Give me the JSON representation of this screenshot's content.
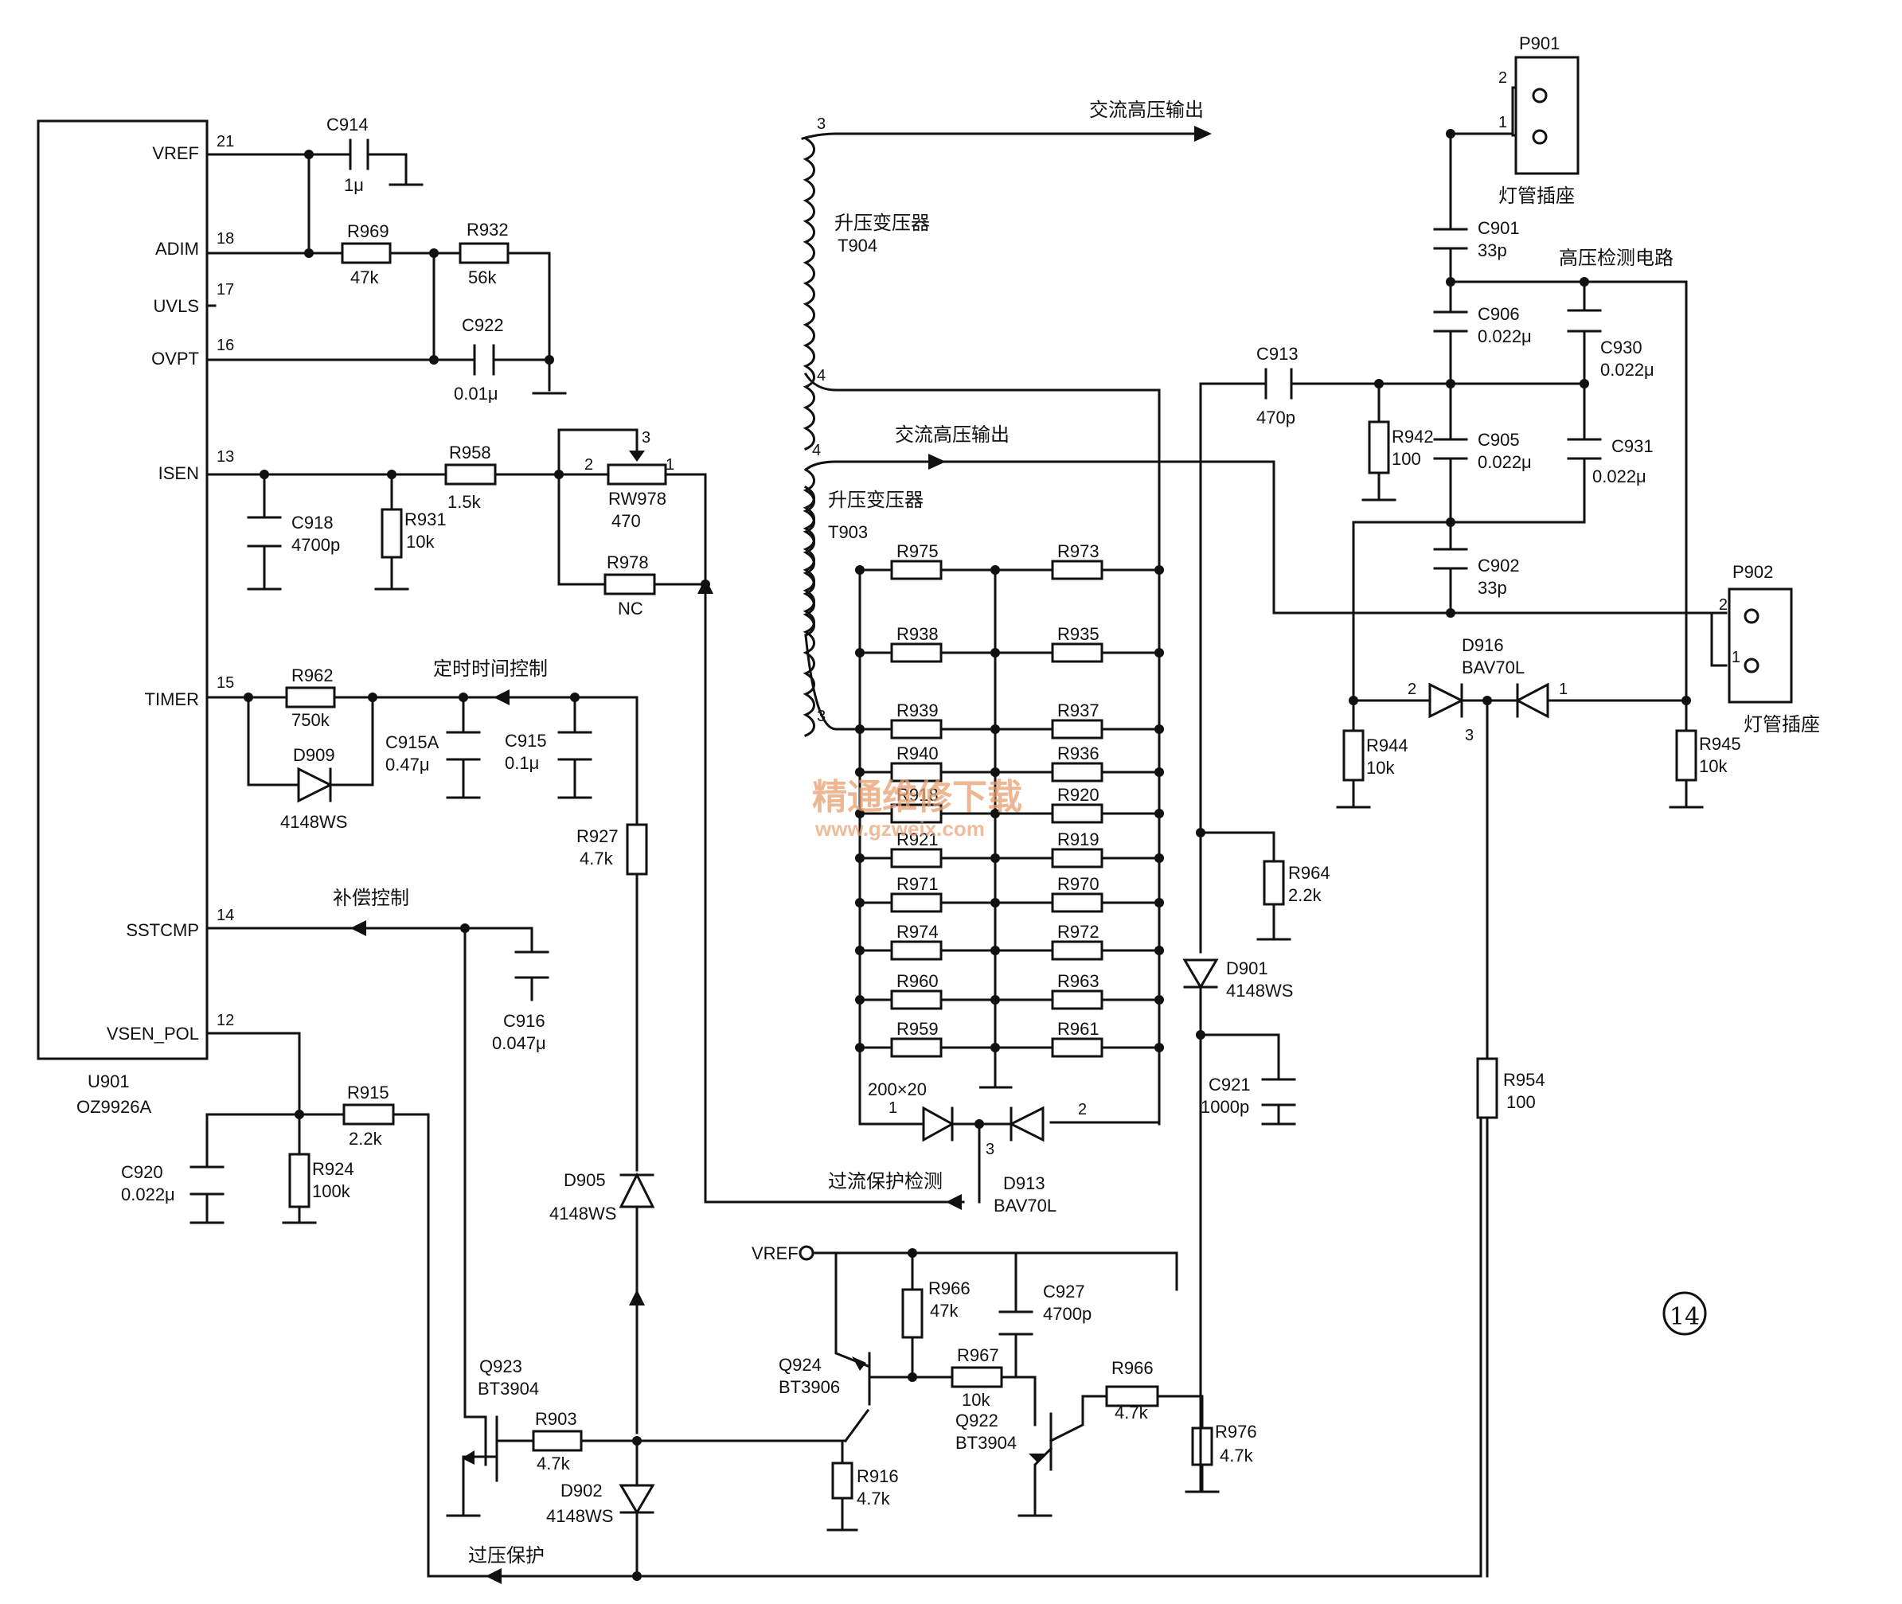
{
  "ic": {
    "ref": "U901",
    "part": "OZ9926A",
    "pins": [
      {
        "name": "VREF",
        "num": "21"
      },
      {
        "name": "ADIM",
        "num": "18"
      },
      {
        "name": "UVLS",
        "num": "17"
      },
      {
        "name": "OVPT",
        "num": "16"
      },
      {
        "name": "ISEN",
        "num": "13"
      },
      {
        "name": "TIMER",
        "num": "15"
      },
      {
        "name": "SSTCMP",
        "num": "14"
      },
      {
        "name": "VSEN_POL",
        "num": "12"
      }
    ]
  },
  "components": [
    {
      "ref": "C914",
      "value": "1μ"
    },
    {
      "ref": "R969",
      "value": "47k"
    },
    {
      "ref": "R932",
      "value": "56k"
    },
    {
      "ref": "C922",
      "value": "0.01μ"
    },
    {
      "ref": "R958",
      "value": "1.5k"
    },
    {
      "ref": "C918",
      "value": "4700p"
    },
    {
      "ref": "R931",
      "value": "10k"
    },
    {
      "ref": "RW978",
      "value": "470"
    },
    {
      "ref": "R978",
      "value": "NC"
    },
    {
      "ref": "R962",
      "value": "750k"
    },
    {
      "ref": "D909",
      "value": "4148WS"
    },
    {
      "ref": "C915A",
      "value": "0.47μ"
    },
    {
      "ref": "C915",
      "value": "0.1μ"
    },
    {
      "ref": "R927",
      "value": "4.7k"
    },
    {
      "ref": "C916",
      "value": "0.047μ"
    },
    {
      "ref": "R915",
      "value": "2.2k"
    },
    {
      "ref": "C920",
      "value": "0.022μ"
    },
    {
      "ref": "R924",
      "value": "100k"
    },
    {
      "ref": "D905",
      "value": "4148WS"
    },
    {
      "ref": "Q923",
      "value": "BT3904"
    },
    {
      "ref": "R903",
      "value": "4.7k"
    },
    {
      "ref": "D902",
      "value": "4148WS"
    },
    {
      "ref": "Q924",
      "value": "BT3906"
    },
    {
      "ref": "R916",
      "value": "4.7k"
    },
    {
      "ref": "R966",
      "value": "47k"
    },
    {
      "ref": "C927",
      "value": "4700p"
    },
    {
      "ref": "R967",
      "value": "10k"
    },
    {
      "ref": "Q922",
      "value": "BT3904"
    },
    {
      "ref": "R976",
      "value": "4.7k"
    },
    {
      "ref": "D913",
      "value": "BAV70L"
    },
    {
      "ref": "C913",
      "value": "470p"
    },
    {
      "ref": "R942",
      "value": "100"
    },
    {
      "ref": "C901",
      "value": "33p"
    },
    {
      "ref": "C906",
      "value": "0.022μ"
    },
    {
      "ref": "C905",
      "value": "0.022μ"
    },
    {
      "ref": "C902",
      "value": "33p"
    },
    {
      "ref": "C930",
      "value": "0.022μ"
    },
    {
      "ref": "C931",
      "value": "0.022μ"
    },
    {
      "ref": "R964",
      "value": "2.2k"
    },
    {
      "ref": "D901",
      "value": "4148WS"
    },
    {
      "ref": "C921",
      "value": "1000p"
    },
    {
      "ref": "R944",
      "value": "10k"
    },
    {
      "ref": "R945",
      "value": "10k"
    },
    {
      "ref": "D916",
      "value": "BAV70L"
    },
    {
      "ref": "R954",
      "value": "100"
    }
  ],
  "resistor_array": {
    "left": [
      "R975",
      "R938",
      "R939",
      "R940",
      "R918",
      "R921",
      "R971",
      "R974",
      "R960",
      "R959"
    ],
    "right": [
      "R973",
      "R935",
      "R937",
      "R936",
      "R920",
      "R919",
      "R970",
      "R972",
      "R963",
      "R961"
    ],
    "note": "200×20"
  },
  "transformers": [
    {
      "ref": "T904",
      "label": "升压变压器",
      "pin_top": "3",
      "pin_bottom": "4"
    },
    {
      "ref": "T903",
      "label": "升压变压器",
      "pin_top": "4",
      "pin_bottom": "3"
    }
  ],
  "connectors": [
    {
      "ref": "P901",
      "label": "灯管插座",
      "pins": [
        "2",
        "1"
      ]
    },
    {
      "ref": "P902",
      "label": "灯管插座",
      "pins": [
        "2",
        "1"
      ]
    }
  ],
  "annotations": {
    "hv_out_1": "交流高压输出",
    "hv_out_2": "交流高压输出",
    "hv_detect": "高压检测电路",
    "timer_ctrl": "定时时间控制",
    "comp_ctrl": "补偿控制",
    "oc_detect": "过流保护检测",
    "ov_protect": "过压保护",
    "vref_node": "VREF",
    "page_mark": "⑭",
    "watermark_cn": "精通维修下载",
    "watermark_url": "www.gzweix.com"
  },
  "colors": {
    "ink": "#111111",
    "watermark": "#e8a070",
    "background": "#ffffff"
  }
}
